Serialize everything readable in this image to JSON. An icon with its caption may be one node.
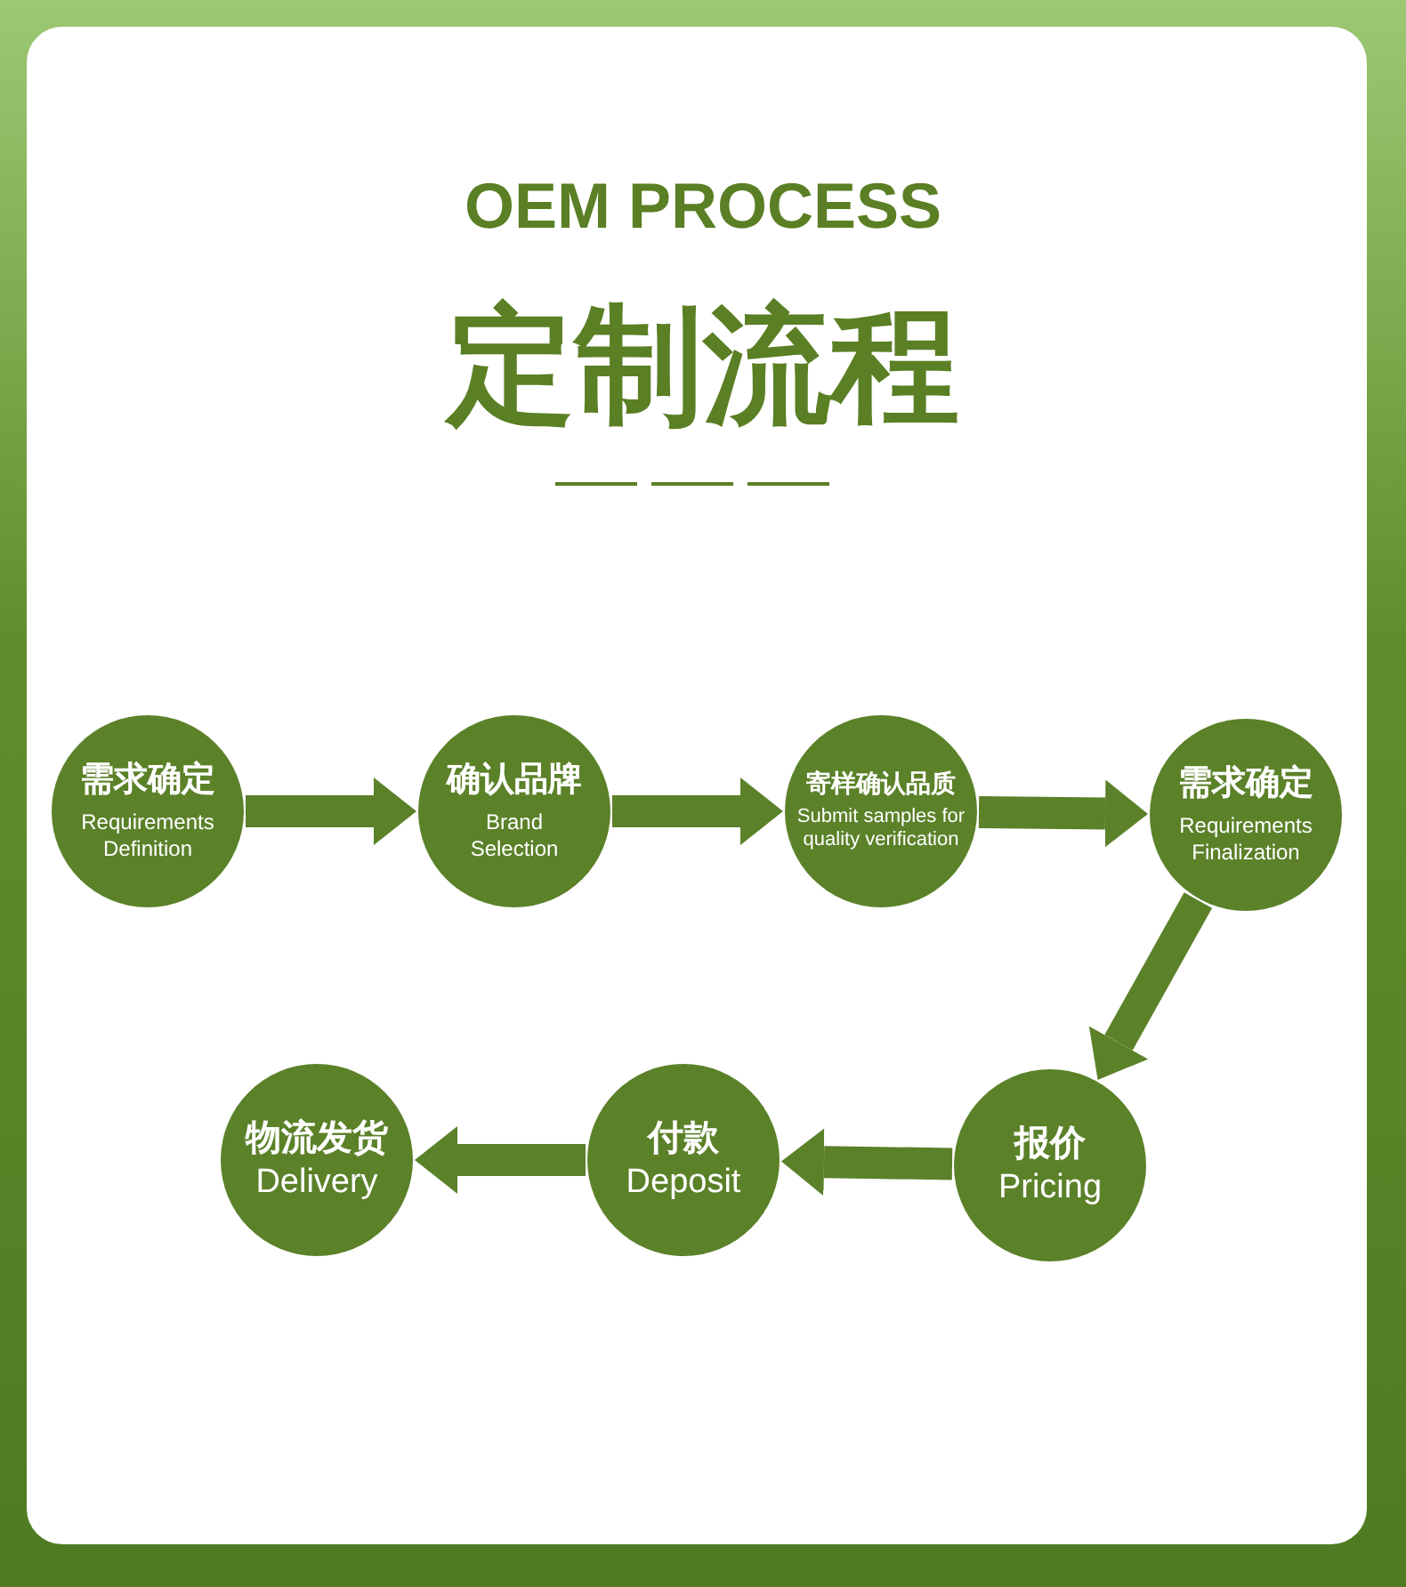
{
  "diagram": {
    "title": "OEM PROCESS",
    "nodes": [
      {
        "text": [
          "需求确定",
          "Requirements Definition"
        ]
      },
      {
        "text": [
          "确认品牌",
          "Brand Selection"
        ]
      },
      {
        "text": [
          "寄样确认品质",
          "Submit samples for quality verification"
        ]
      },
      {
        "text": [
          "需求确定",
          "Requirements Finalization"
        ]
      },
      {
        "text": [
          "报价",
          "Pricing"
        ]
      },
      {
        "text": [
          "付款",
          "Deposit"
        ]
      },
      {
        "text": [
          "物流发货",
          "Delivery"
        ]
      }
    ],
    "edges": [
      {
        "from": 0,
        "to": 1,
        "arrow": "to"
      },
      {
        "from": 1,
        "to": 2,
        "arrow": "to"
      },
      {
        "from": 2,
        "to": 3,
        "arrow": "to"
      },
      {
        "from": 3,
        "to": 4,
        "arrow": "to"
      },
      {
        "from": 4,
        "to": 5,
        "arrow": "to"
      },
      {
        "from": 5,
        "to": 6,
        "arrow": "to"
      }
    ],
    "labels": [
      "定制流程"
    ]
  }
}
